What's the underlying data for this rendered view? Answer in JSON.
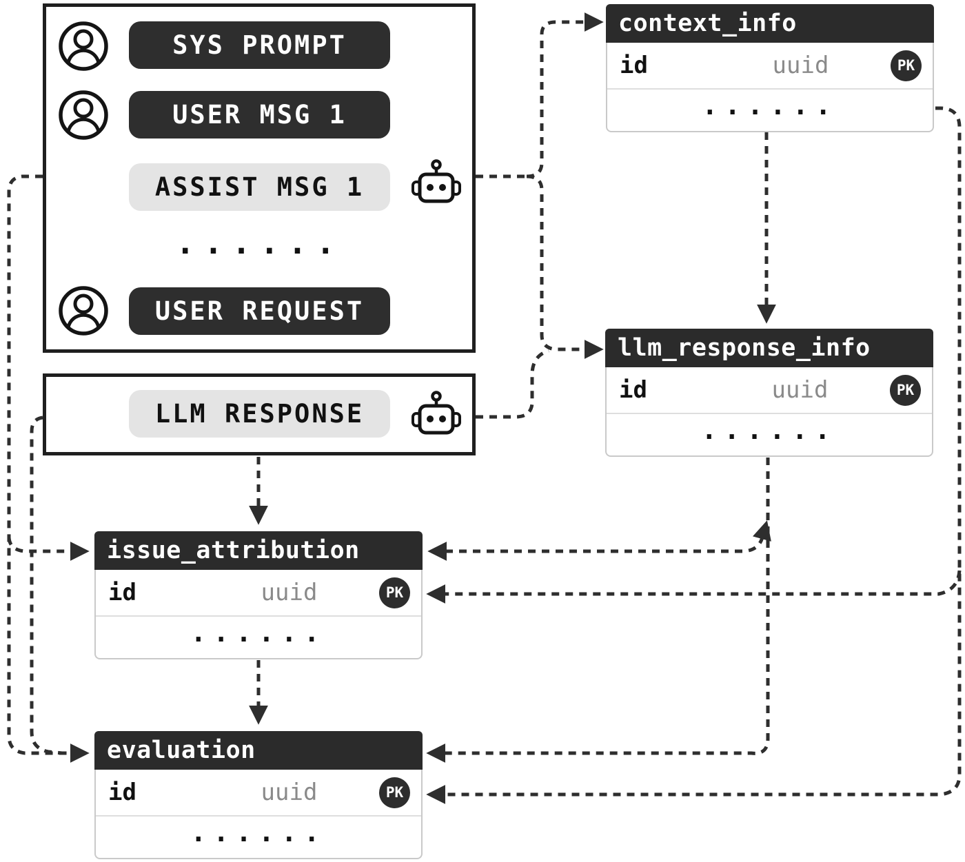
{
  "diagram": {
    "conversation_panel": {
      "messages": [
        {
          "label": "SYS PROMPT",
          "variant": "dark",
          "icon": "user"
        },
        {
          "label": "USER MSG 1",
          "variant": "dark",
          "icon": "user"
        },
        {
          "label": "ASSIST MSG 1",
          "variant": "light",
          "icon": "robot"
        },
        {
          "label": "......",
          "variant": "ellipsis"
        },
        {
          "label": "USER REQUEST",
          "variant": "dark",
          "icon": "user"
        }
      ]
    },
    "llm_response_panel": {
      "label": "LLM RESPONSE",
      "icon": "robot"
    },
    "tables": [
      {
        "name": "context_info",
        "fields": [
          {
            "name": "id",
            "type": "uuid",
            "key": "PK"
          }
        ],
        "ellipsis": "......"
      },
      {
        "name": "llm_response_info",
        "fields": [
          {
            "name": "id",
            "type": "uuid",
            "key": "PK"
          }
        ],
        "ellipsis": "......"
      },
      {
        "name": "issue_attribution",
        "fields": [
          {
            "name": "id",
            "type": "uuid",
            "key": "PK"
          }
        ],
        "ellipsis": "......"
      },
      {
        "name": "evaluation",
        "fields": [
          {
            "name": "id",
            "type": "uuid",
            "key": "PK"
          }
        ],
        "ellipsis": "......"
      }
    ],
    "colors": {
      "ink": "#2e2e2e",
      "pill_dark": "#2e2e2e",
      "pill_light": "#e4e4e4",
      "table_header": "#2b2b2b",
      "muted_text": "#8a8a8a",
      "table_border": "#c9c9c9"
    }
  }
}
